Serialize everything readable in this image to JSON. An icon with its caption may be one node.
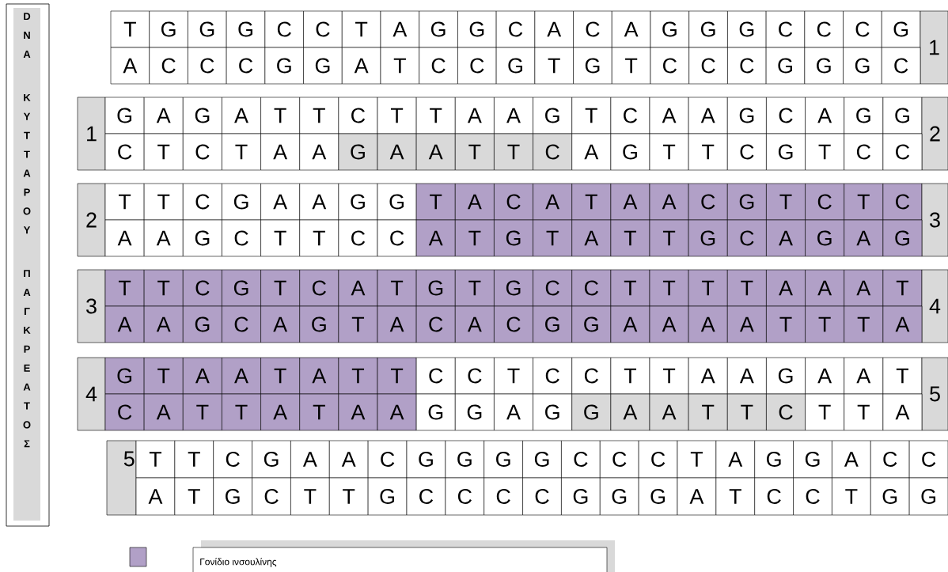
{
  "diagram": {
    "nodes": [
      {
        "text": [
          "DNA ΚΥΤΤΑΡΟΥ ΠΑΓΚΡΕΑΤΟΣ"
        ]
      }
    ],
    "labels": [
      "T",
      "G",
      "G",
      "G",
      "C",
      "C",
      "T",
      "A",
      "G",
      "G",
      "C",
      "A",
      "C",
      "A",
      "G",
      "G",
      "G",
      "C",
      "C",
      "C",
      "G",
      "1",
      "A",
      "C",
      "C",
      "C",
      "G",
      "G",
      "A",
      "T",
      "C",
      "C",
      "G",
      "T",
      "G",
      "T",
      "C",
      "C",
      "C",
      "G",
      "G",
      "G",
      "C",
      "1",
      "G",
      "A",
      "G",
      "A",
      "T",
      "T",
      "C",
      "T",
      "T",
      "A",
      "A",
      "G",
      "T",
      "C",
      "A",
      "A",
      "G",
      "C",
      "A",
      "G",
      "G",
      "2",
      "C",
      "T",
      "C",
      "T",
      "A",
      "A",
      "G",
      "A",
      "A",
      "T",
      "T",
      "C",
      "A",
      "G",
      "T",
      "T",
      "C",
      "G",
      "T",
      "C",
      "C",
      "2",
      "T",
      "T",
      "C",
      "G",
      "A",
      "A",
      "G",
      "G",
      "T",
      "A",
      "C",
      "A",
      "T",
      "A",
      "A",
      "C",
      "G",
      "T",
      "C",
      "T",
      "C",
      "3",
      "A",
      "A",
      "G",
      "C",
      "T",
      "T",
      "C",
      "C",
      "A",
      "T",
      "G",
      "T",
      "A",
      "T",
      "T",
      "G",
      "C",
      "A",
      "G",
      "A",
      "G",
      "3",
      "T",
      "T",
      "C",
      "G",
      "T",
      "C",
      "A",
      "T",
      "G",
      "T",
      "G",
      "C",
      "C",
      "T",
      "T",
      "T",
      "T",
      "A",
      "A",
      "A",
      "T",
      "4",
      "A",
      "A",
      "G",
      "C",
      "A",
      "G",
      "T",
      "A",
      "C",
      "A",
      "C",
      "G",
      "G",
      "A",
      "A",
      "A",
      "A",
      "T",
      "T",
      "T",
      "A",
      "4",
      "G",
      "T",
      "A",
      "A",
      "T",
      "A",
      "T",
      "T",
      "C",
      "C",
      "T",
      "C",
      "C",
      "T",
      "T",
      "A",
      "A",
      "G",
      "A",
      "A",
      "T",
      "5",
      "C",
      "A",
      "T",
      "T",
      "A",
      "T",
      "A",
      "A",
      "G",
      "G",
      "A",
      "G",
      "G",
      "A",
      "A",
      "T",
      "T",
      "C",
      "T",
      "T",
      "A",
      "5",
      "T",
      "T",
      "C",
      "G",
      "A",
      "A",
      "C",
      "G",
      "G",
      "G",
      "G",
      "C",
      "C",
      "C",
      "T",
      "A",
      "G",
      "G",
      "A",
      "C",
      "C",
      "A",
      "T",
      "G",
      "C",
      "T",
      "T",
      "G",
      "C",
      "C",
      "C",
      "C",
      "G",
      "G",
      "G",
      "A",
      "T",
      "C",
      "C",
      "T",
      "G",
      "G"
    ],
    "legend": [
      {
        "text": "Γονίδιο ινσουλίνης",
        "color": "#b1a0c7"
      }
    ]
  }
}
